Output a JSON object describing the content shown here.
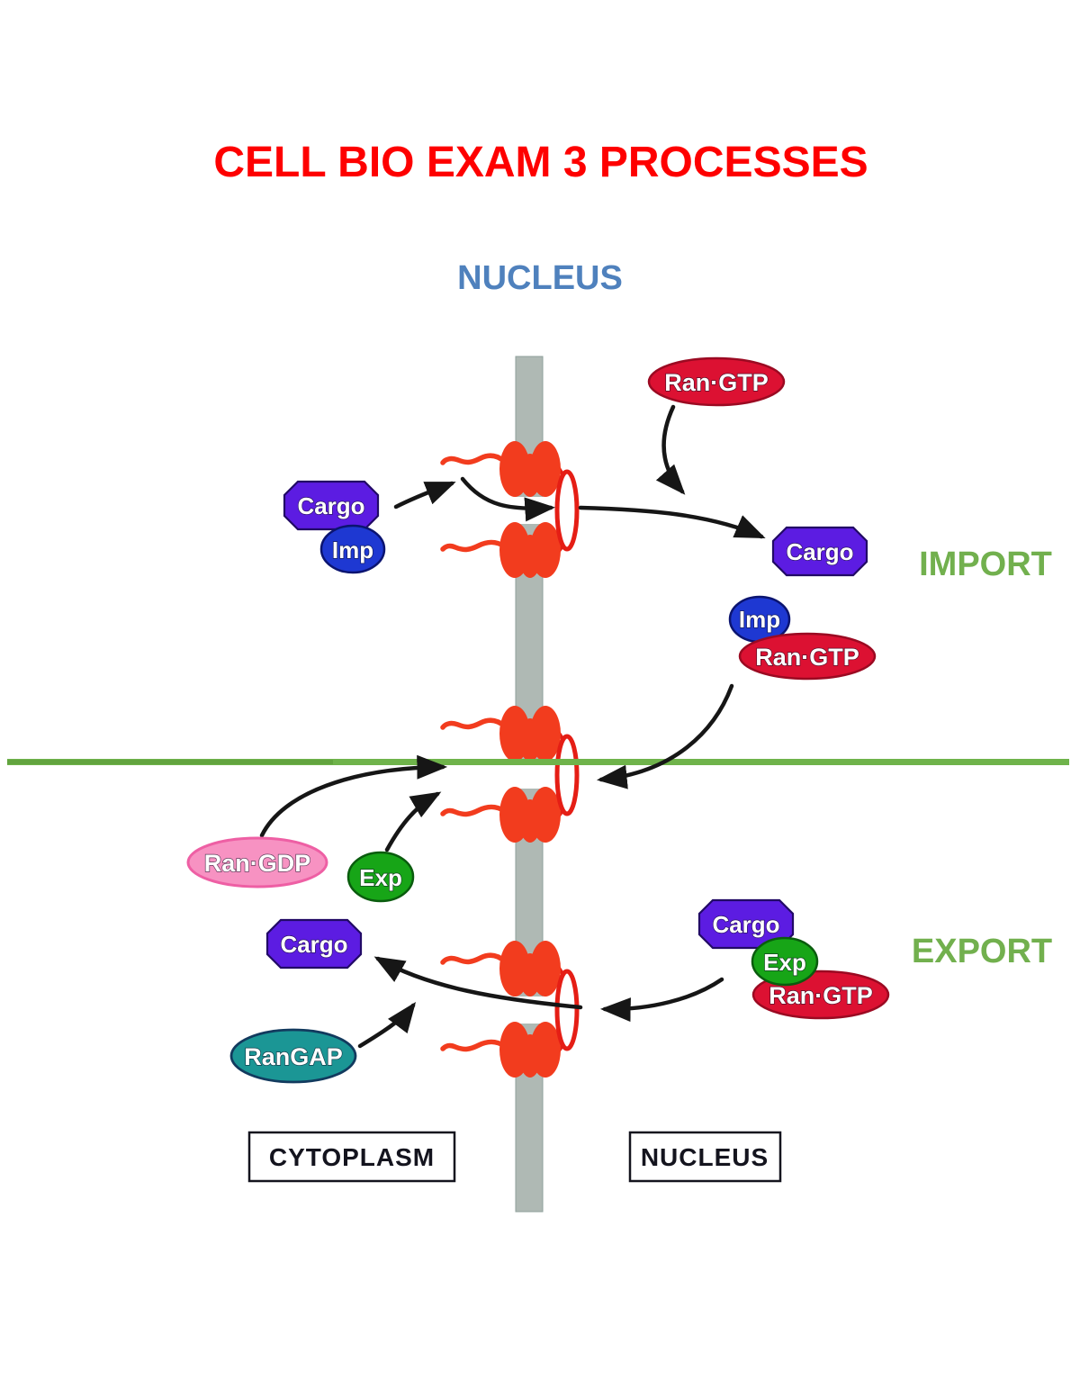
{
  "title": "CELL BIO EXAM 3 PROCESSES",
  "headings": {
    "nucleus_top": "NUCLEUS"
  },
  "process_labels": {
    "import": "IMPORT",
    "export": "EXPORT"
  },
  "compartment_boxes": {
    "cytoplasm": "CYTOPLASM",
    "nucleus": "NUCLEUS"
  },
  "molecules": {
    "ran_gtp_cytoplasm": "Ran·GTP",
    "cargo_cytoplasm": "Cargo",
    "imp_cytoplasm": "Imp",
    "cargo_nucleus_import": "Cargo",
    "imp_nucleus": "Imp",
    "ran_gtp_nucleus_import": "Ran·GTP",
    "ran_gdp_cytoplasm": "Ran·GDP",
    "exp_cytoplasm": "Exp",
    "cargo_cytoplasm_export": "Cargo",
    "rangap_cytoplasm": "RanGAP",
    "cargo_export_complex": "Cargo",
    "exp_export_complex": "Exp",
    "ran_gtp_export_complex": "Ran·GTP"
  },
  "colors": {
    "title_red": "#fe0000",
    "heading_blue": "#4f81bd",
    "section_green": "#72b04e",
    "divider_green": "#6fb34b",
    "membrane_gray": "#afb9b4",
    "pore_red": "#f23c1e",
    "pore_ring_red": "#e51e15",
    "cargo_purple": "#5c1ce2",
    "imp_blue": "#1e38d2",
    "ran_gtp_red": "#dc1132",
    "ran_gdp_pink": "#f792c2",
    "exp_green": "#17a517",
    "rangap_teal": "#1b9695",
    "arrow_black": "#161616"
  }
}
